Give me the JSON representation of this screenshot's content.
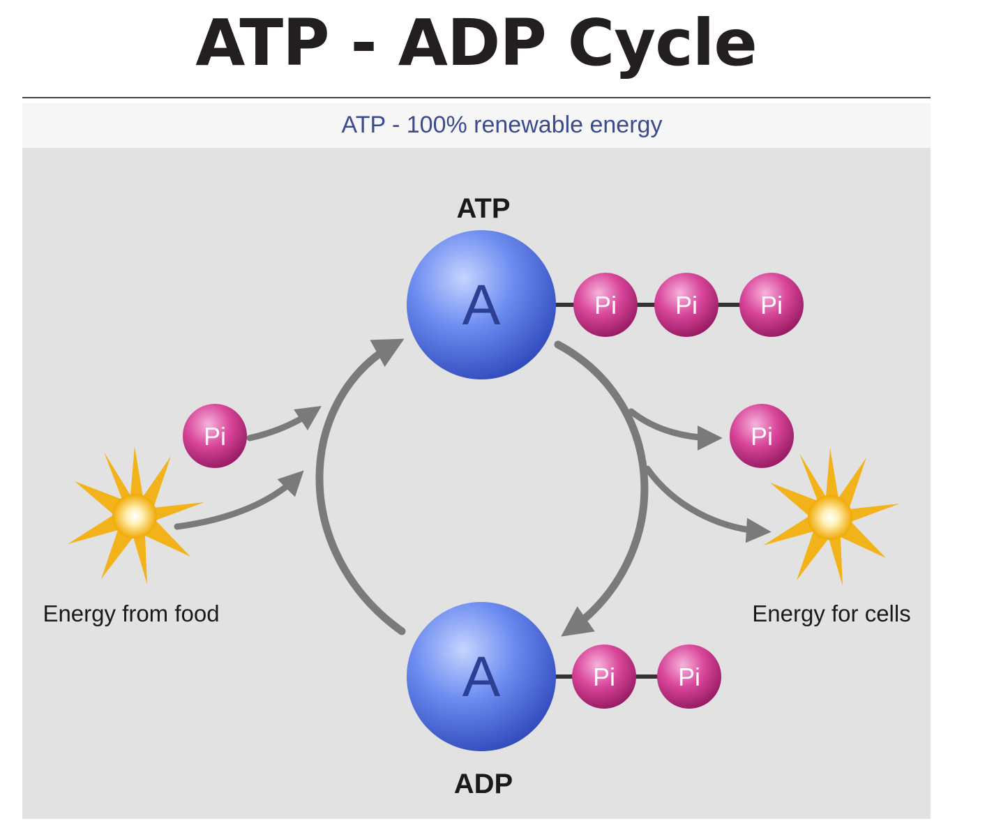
{
  "title": "ATP - ADP Cycle",
  "subtitle": "ATP - 100% renewable energy",
  "molecules": {
    "atp": {
      "label": "ATP",
      "base": "A",
      "phosphates": [
        "Pi",
        "Pi",
        "Pi"
      ]
    },
    "adp": {
      "label": "ADP",
      "base": "A",
      "phosphates": [
        "Pi",
        "Pi"
      ]
    }
  },
  "inputs": {
    "phosphate": "Pi",
    "energy_label": "Energy from food"
  },
  "outputs": {
    "phosphate": "Pi",
    "energy_label": "Energy for cells"
  },
  "colors": {
    "adenosine": "#4a6de0",
    "phosphate": "#c4287e",
    "arrow": "#7a7a7a",
    "sun": "#f2b21a",
    "panel": "#e2e2e2",
    "subtitle": "#3b4a8c"
  }
}
